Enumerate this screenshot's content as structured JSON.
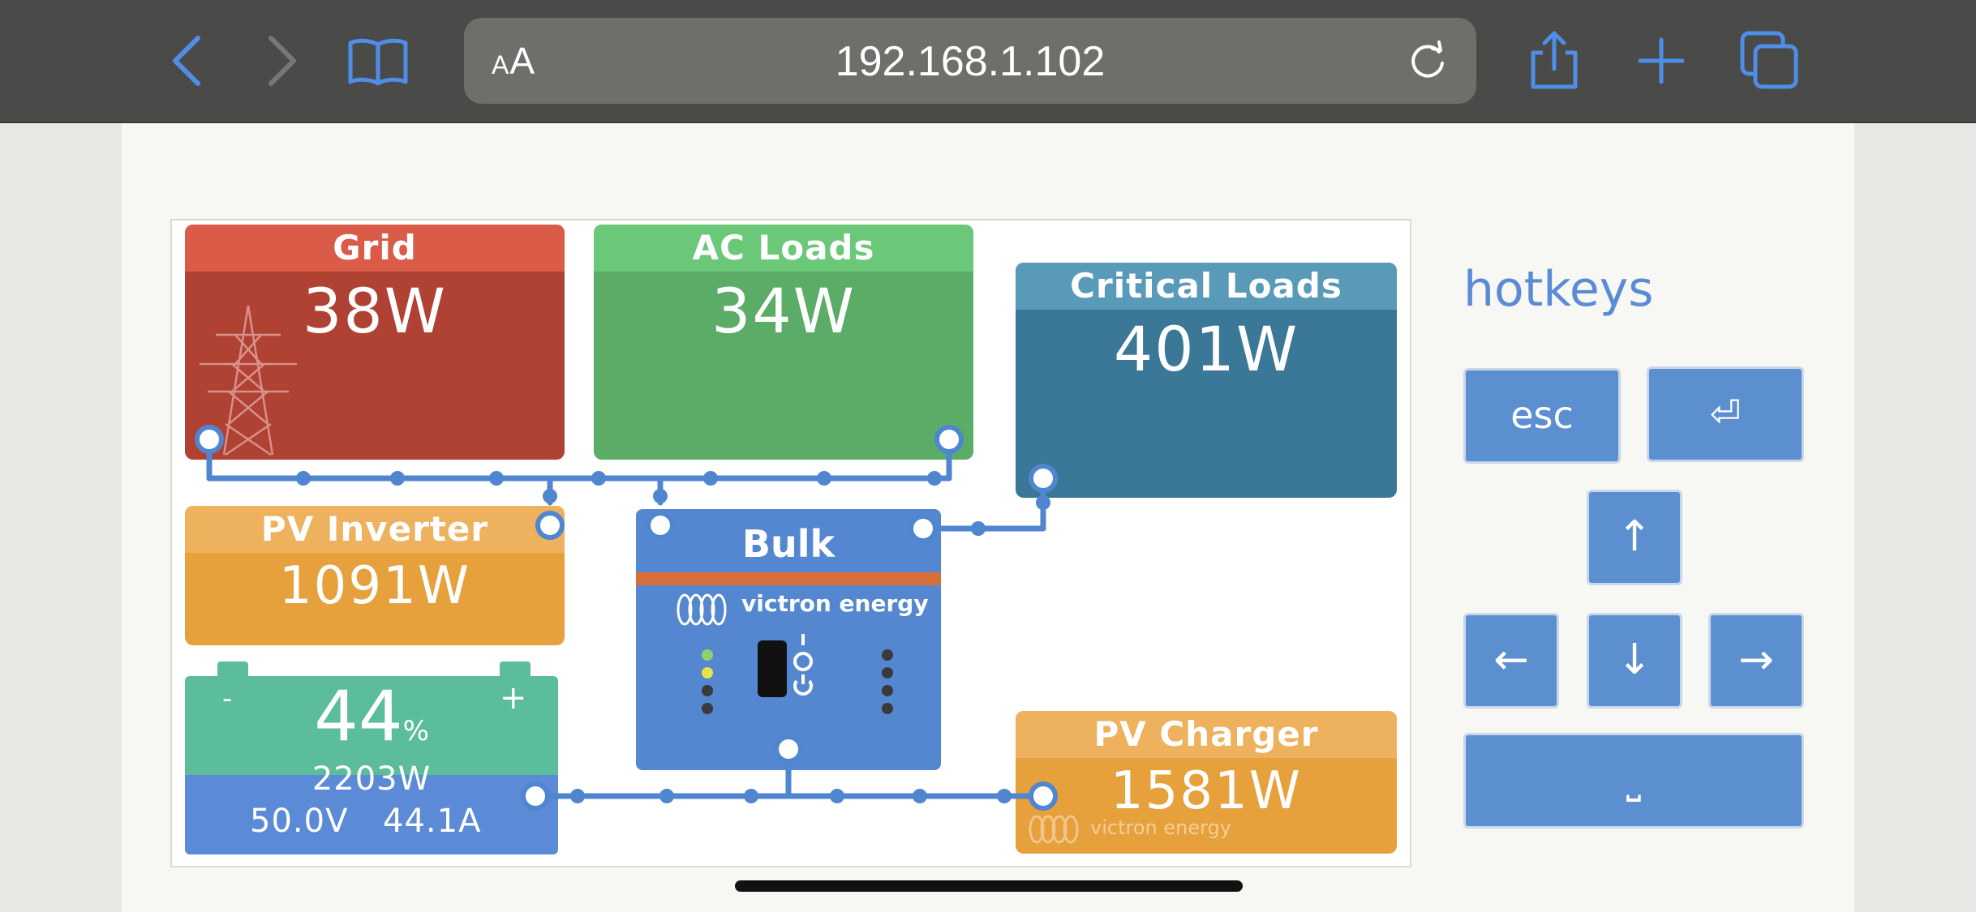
{
  "browser": {
    "text_size_label": "AA",
    "url": "192.168.1.102",
    "icons": {
      "back": "chevron-left-icon",
      "forward": "chevron-right-icon",
      "bookmarks": "book-icon",
      "reload": "reload-icon",
      "share": "share-icon",
      "new_tab": "plus-icon",
      "tabs": "tabs-icon"
    },
    "accent_color": "#4f8ee8"
  },
  "overview": {
    "grid": {
      "title": "Grid",
      "power": "38W",
      "color": "#b04233"
    },
    "ac_loads": {
      "title": "AC Loads",
      "power": "34W",
      "color": "#5aac67"
    },
    "critical_loads": {
      "title": "Critical Loads",
      "power": "401W",
      "color": "#3b7796"
    },
    "pv_inverter": {
      "title": "PV Inverter",
      "power": "1091W",
      "color": "#e6a03c"
    },
    "inverter": {
      "state": "Bulk",
      "brand": "victron energy",
      "color": "#5487cf"
    },
    "battery": {
      "soc": "44",
      "soc_unit": "%",
      "power": "2203W",
      "voltage": "50.0V",
      "current": "44.1A",
      "minus": "-",
      "plus": "+"
    },
    "pv_charger": {
      "title": "PV Charger",
      "power": "1581W",
      "brand": "victron energy",
      "color": "#e6a03c"
    }
  },
  "hotkeys": {
    "title": "hotkeys",
    "esc": "esc",
    "enter": "⏎",
    "up": "↑",
    "left": "←",
    "down": "↓",
    "right": "→",
    "space": "⎵"
  }
}
